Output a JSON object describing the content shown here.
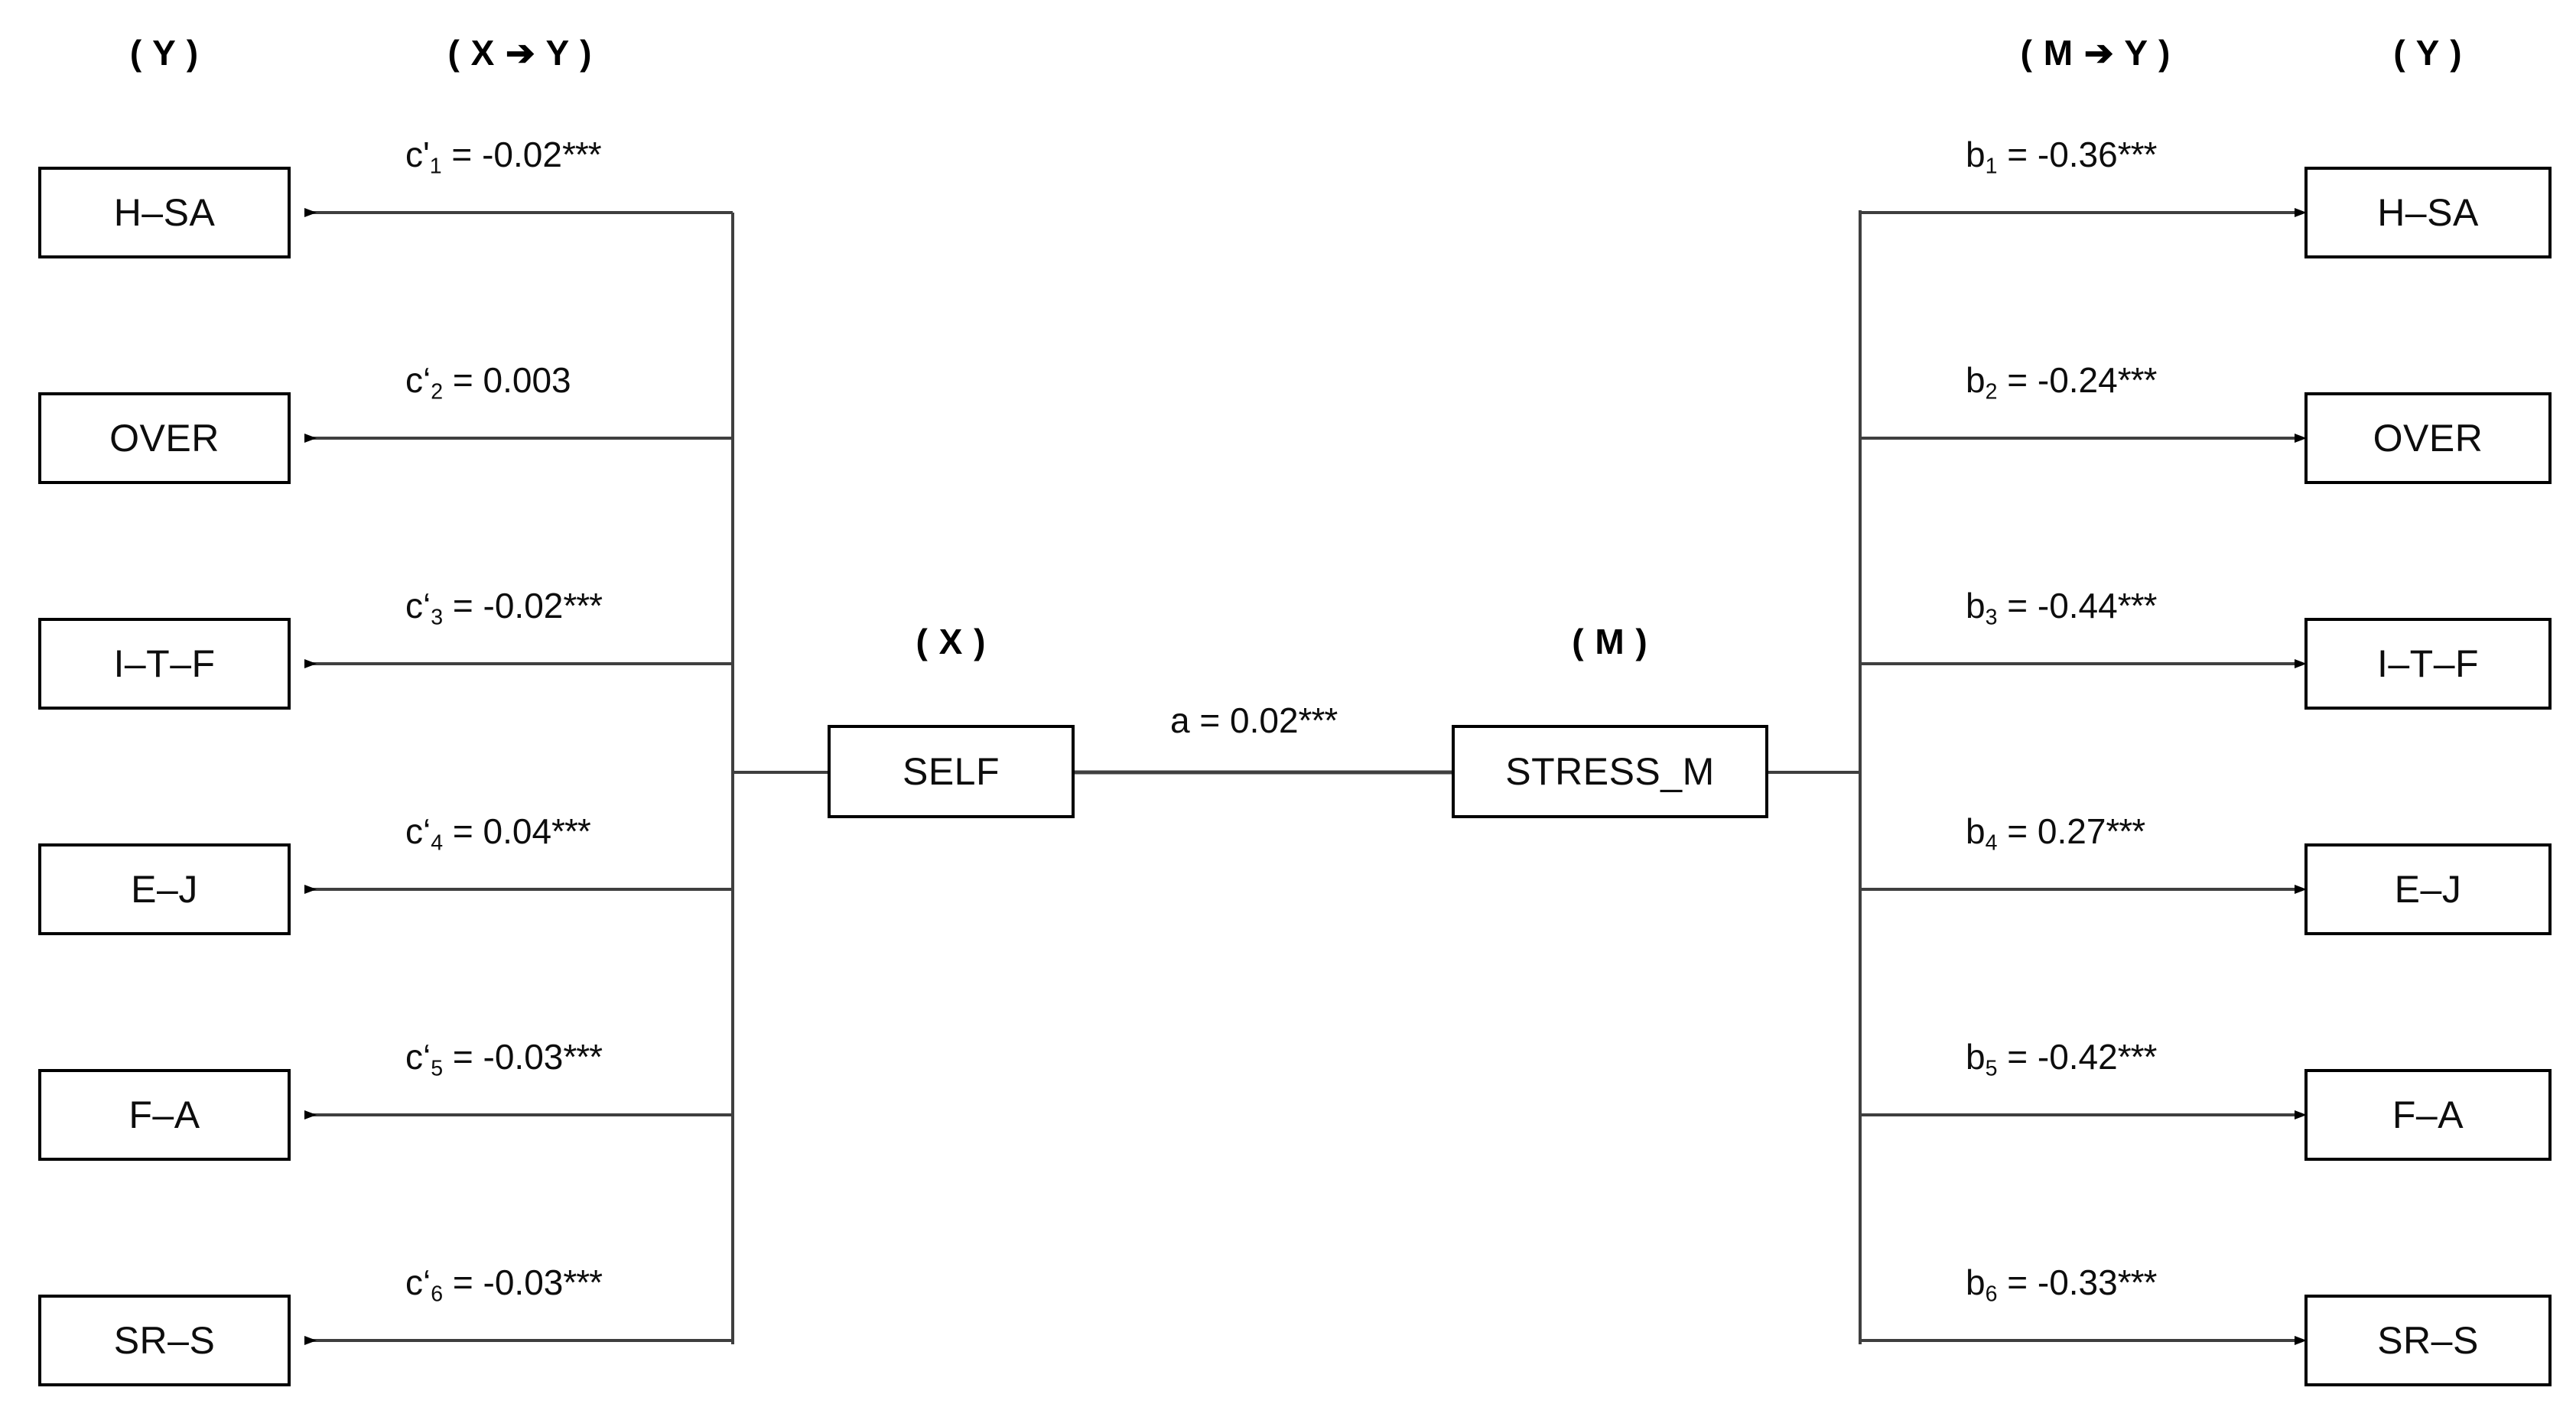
{
  "diagram": {
    "type": "mediation-path-diagram",
    "headers": [
      {
        "id": "header-left-y",
        "text": "( Y )"
      },
      {
        "id": "header-x-to-y",
        "text": "( X ➔ Y )"
      },
      {
        "id": "header-x",
        "text": "( X )"
      },
      {
        "id": "header-m",
        "text": "( M )"
      },
      {
        "id": "header-m-to-y",
        "text": "( M ➔ Y )"
      },
      {
        "id": "header-right-y",
        "text": "( Y )"
      }
    ],
    "predictor": {
      "label": "SELF",
      "role": "X"
    },
    "mediator": {
      "label": "STRESS_M",
      "role": "M"
    },
    "a_path": {
      "coef_text": "a = 0.02",
      "stars": "***",
      "name": "a",
      "value": 0.02,
      "sig": "***"
    },
    "outcomes": [
      {
        "label": "H–SA"
      },
      {
        "label": "OVER"
      },
      {
        "label": "I–T–F"
      },
      {
        "label": "E–J"
      },
      {
        "label": "F–A"
      },
      {
        "label": "SR–S"
      }
    ],
    "direct_paths": [
      {
        "prefix": "c'",
        "sub": "1",
        "eq": " = -0.02",
        "stars": "***",
        "value": -0.02,
        "sig": "***"
      },
      {
        "prefix": "c‘",
        "sub": "2",
        "eq": " = 0.003",
        "stars": "",
        "value": 0.003,
        "sig": ""
      },
      {
        "prefix": "c‘",
        "sub": "3",
        "eq": " = -0.02",
        "stars": "***",
        "value": -0.02,
        "sig": "***"
      },
      {
        "prefix": "c‘",
        "sub": "4",
        "eq": " = 0.04",
        "stars": "***",
        "value": 0.04,
        "sig": "***"
      },
      {
        "prefix": "c‘",
        "sub": "5",
        "eq": " = -0.03",
        "stars": "***",
        "value": -0.03,
        "sig": "***"
      },
      {
        "prefix": "c‘",
        "sub": "6",
        "eq": " = -0.03",
        "stars": "***",
        "value": -0.03,
        "sig": "***"
      }
    ],
    "mediator_paths": [
      {
        "prefix": "b",
        "sub": "1",
        "eq": " = -0.36",
        "stars": "***",
        "value": -0.36,
        "sig": "***"
      },
      {
        "prefix": "b",
        "sub": "2",
        "eq": " = -0.24",
        "stars": "***",
        "value": -0.24,
        "sig": "***"
      },
      {
        "prefix": "b",
        "sub": "3",
        "eq": " = -0.44",
        "stars": "***",
        "value": -0.44,
        "sig": "***"
      },
      {
        "prefix": "b",
        "sub": "4",
        "eq": " = 0.27",
        "stars": "***",
        "value": 0.27,
        "sig": "***"
      },
      {
        "prefix": "b",
        "sub": "5",
        "eq": " = -0.42",
        "stars": "***",
        "value": -0.42,
        "sig": "***"
      },
      {
        "prefix": "b",
        "sub": "6",
        "eq": " = -0.33",
        "stars": "***",
        "value": -0.33,
        "sig": "***"
      }
    ],
    "colors": {
      "line": "#3f3f3f",
      "box_border": "#000000",
      "text": "#0d0d0d",
      "background": "#ffffff"
    }
  }
}
